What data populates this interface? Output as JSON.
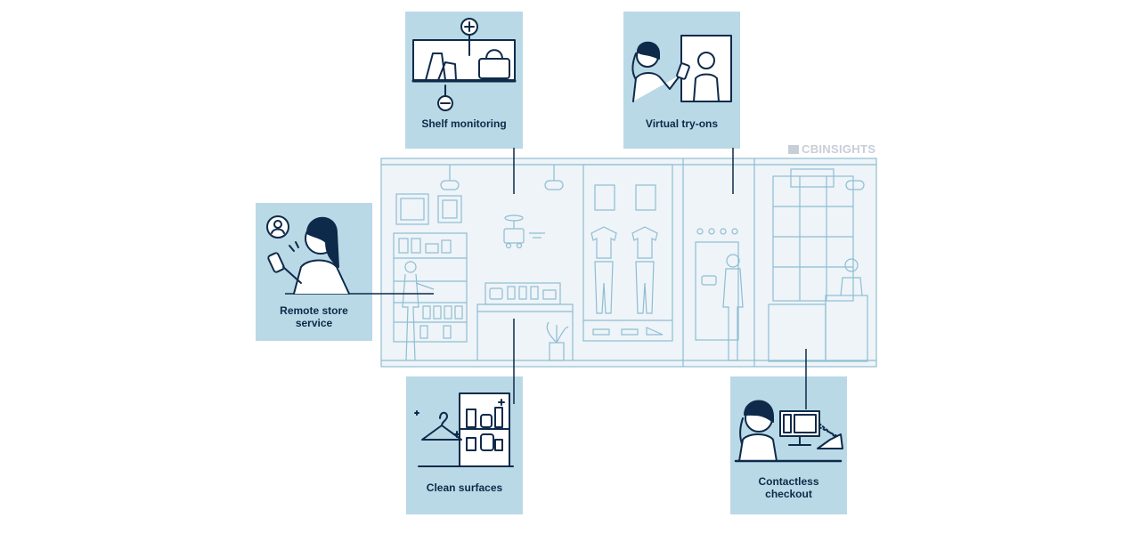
{
  "brand": {
    "name": "CBINSIGHTS"
  },
  "colors": {
    "ink": "#0e2a4a",
    "card": "#b9d9e6",
    "store_fill": "#eef4f8",
    "store_line": "#8fbdd3"
  },
  "cards": {
    "shelf_monitoring": {
      "label": "Shelf monitoring"
    },
    "virtual_try_ons": {
      "label": "Virtual try-ons"
    },
    "remote_store_service": {
      "label": "Remote store\nservice"
    },
    "clean_surfaces": {
      "label": "Clean surfaces"
    },
    "contactless_checkout": {
      "label": "Contactless\ncheckout"
    }
  }
}
